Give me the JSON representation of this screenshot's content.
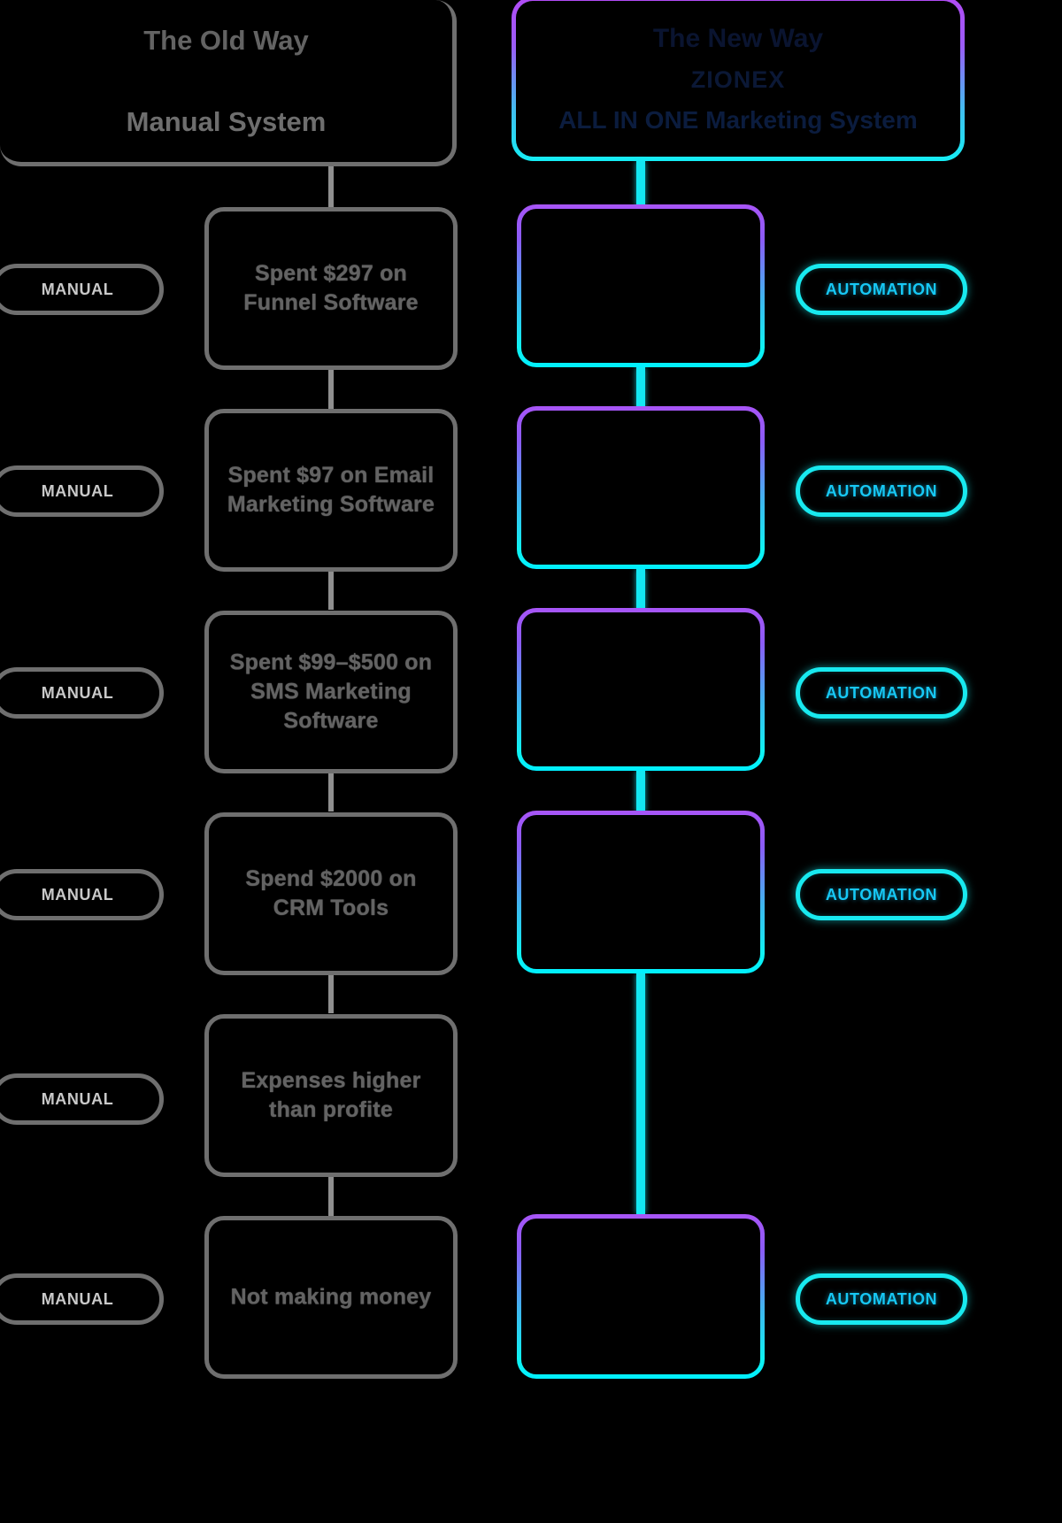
{
  "theme": {
    "background": "#000000",
    "gray_stroke": "#6f6f6f",
    "gray_text": "#636363",
    "cyan": "#18e9ef",
    "purple": "#a855f7",
    "automation_text": "#17c8f5",
    "new_way_text": "#0b1836"
  },
  "left": {
    "header": {
      "title": "The Old Way",
      "subtitle": "Manual System"
    },
    "badge_label": "MANUAL",
    "steps": [
      {
        "text": "Spent $297 on Funnel Software",
        "badge": "MANUAL"
      },
      {
        "text": "Spent $97 on Email Marketing Software",
        "badge": "MANUAL"
      },
      {
        "text": "Spent $99–$500 on SMS Marketing Software",
        "badge": "MANUAL"
      },
      {
        "text": "Spend $2000 on CRM Tools",
        "badge": "MANUAL"
      },
      {
        "text": "Expenses higher than profite",
        "badge": "MANUAL"
      },
      {
        "text": "Not making money",
        "badge": "MANUAL"
      }
    ]
  },
  "right": {
    "header": {
      "title": "The New Way",
      "brand": "ZIONEX",
      "subtitle": "ALL IN ONE Marketing System"
    },
    "badge_label": "AUTOMATION",
    "steps": [
      {
        "text": "",
        "badge": "AUTOMATION"
      },
      {
        "text": "",
        "badge": "AUTOMATION"
      },
      {
        "text": "",
        "badge": "AUTOMATION"
      },
      {
        "text": "",
        "badge": "AUTOMATION"
      },
      {
        "text": "",
        "badge": "AUTOMATION"
      }
    ]
  }
}
